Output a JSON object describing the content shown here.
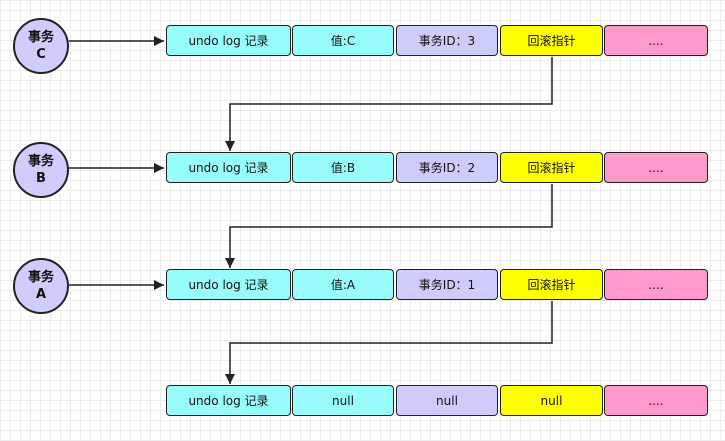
{
  "colors": {
    "undo": "#99fcfc",
    "value": "#99fcfc",
    "trx": "#cdccfb",
    "pointer": "#ffff00",
    "rest": "#ff99cc",
    "node": "#cfcdfb",
    "stroke": "#222222"
  },
  "transactions": [
    {
      "label_top": "事务",
      "label_bottom": "C"
    },
    {
      "label_top": "事务",
      "label_bottom": "B"
    },
    {
      "label_top": "事务",
      "label_bottom": "A"
    }
  ],
  "records": [
    {
      "undo": "undo log 记录",
      "value": "值:C",
      "trx_id": "事务ID：3",
      "pointer": "回滚指针",
      "rest": "...."
    },
    {
      "undo": "undo log 记录",
      "value": "值:B",
      "trx_id": "事务ID：2",
      "pointer": "回滚指针",
      "rest": "...."
    },
    {
      "undo": "undo log 记录",
      "value": "值:A",
      "trx_id": "事务ID：1",
      "pointer": "回滚指针",
      "rest": "...."
    },
    {
      "undo": "undo log 记录",
      "value": "null",
      "trx_id": "null",
      "pointer": "null",
      "rest": "...."
    }
  ]
}
